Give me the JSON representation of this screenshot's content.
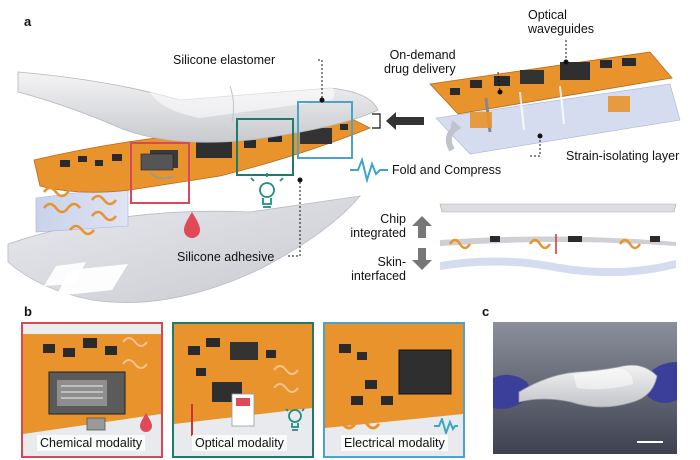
{
  "panels": {
    "a": "a",
    "b": "b",
    "c": "c"
  },
  "callouts": {
    "silicone_elastomer": "Silicone elastomer",
    "silicone_adhesive": "Silicone adhesive",
    "optical_waveguides_l1": "Optical",
    "optical_waveguides_l2": "waveguides",
    "drug_delivery_l1": "On-demand",
    "drug_delivery_l2": "drug delivery",
    "strain_isolating": "Strain-isolating layer",
    "fold_compress": "Fold and Compress",
    "chip_integrated_l1": "Chip",
    "chip_integrated_l2": "integrated",
    "skin_interfaced_l1": "Skin-",
    "skin_interfaced_l2": "interfaced"
  },
  "modalities": {
    "chemical": "Chemical modality",
    "optical": "Optical modality",
    "electrical": "Electrical modality"
  },
  "colors": {
    "chemical_frame": "#d6485a",
    "optical_frame": "#1f7a6b",
    "electrical_frame": "#4ba3c7",
    "flex_pcb": "#e8932c",
    "drop": "#e04a58",
    "bulb": "#1d8f86",
    "wave": "#3aa6c8"
  },
  "icons": [
    "blood-drop-icon",
    "light-bulb-icon",
    "signal-wave-icon",
    "down-arrow-icon",
    "up-arrow-icon",
    "curved-arrow-icon"
  ]
}
